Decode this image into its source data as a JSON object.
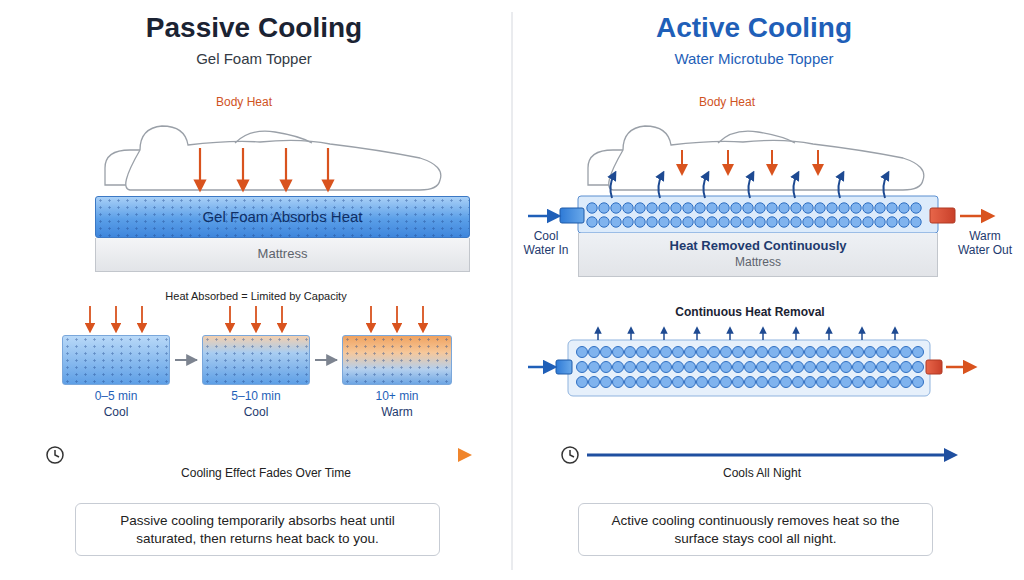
{
  "diagram": {
    "nodes": [
      {
        "text": [
          "Gel Foam Absorbs Heat"
        ]
      },
      {
        "text": [
          "Mattress"
        ]
      },
      {
        "text": [
          "0–5 min",
          "Cool"
        ]
      },
      {
        "text": [
          "5–10 min",
          "Cool"
        ]
      },
      {
        "text": [
          "10+ min",
          "Warm"
        ]
      },
      {
        "text": [
          "Passive cooling temporarily absorbs heat until saturated, then returns heat back to you."
        ]
      },
      {
        "text": [
          "Heat Removed Continuously",
          "Mattress"
        ]
      },
      {
        "text": [
          "Active cooling continuously removes heat so the surface stays cool all night."
        ]
      }
    ],
    "edges": [
      {
        "from": 2,
        "to": 3,
        "arrow": "to"
      },
      {
        "from": 3,
        "to": 4,
        "arrow": "to"
      }
    ],
    "labels": [
      "Passive Cooling",
      "Gel Foam Topper",
      "Body Heat",
      "Heat Absorbed = Limited by Capacity",
      "Cooling Effect Fades Over Time",
      "Active Cooling",
      "Water Microtube Topper",
      "Body Heat",
      "Cool Water In",
      "Warm Water Out",
      "Continuous Heat Removal",
      "Cools All Night"
    ]
  }
}
